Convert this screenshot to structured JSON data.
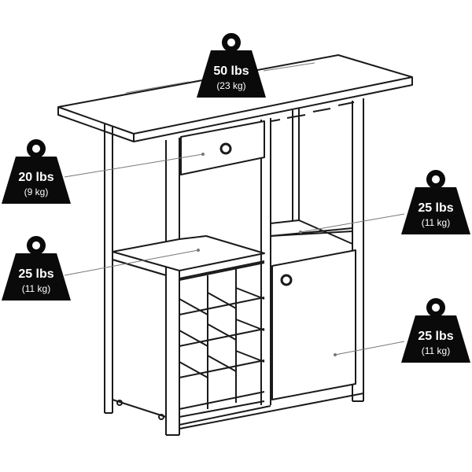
{
  "diagram": {
    "subject": "Wine cabinet / console table line drawing with weight capacities",
    "colors": {
      "weight_fill": "#0a0a0a",
      "weight_text": "#ffffff",
      "line": "#1a1a1a",
      "leader": "#777777"
    },
    "weights": [
      {
        "id": "top",
        "lbs": "50 lbs",
        "kg": "(23 kg)",
        "target": "table top"
      },
      {
        "id": "drawer",
        "lbs": "20 lbs",
        "kg": "(9 kg)",
        "target": "drawer"
      },
      {
        "id": "left-shelf",
        "lbs": "25 lbs",
        "kg": "(11 kg)",
        "target": "left middle shelf"
      },
      {
        "id": "right-shelf",
        "lbs": "25 lbs",
        "kg": "(11 kg)",
        "target": "right open shelf"
      },
      {
        "id": "cabinet",
        "lbs": "25 lbs",
        "kg": "(11 kg)",
        "target": "cabinet door compartment"
      }
    ]
  }
}
